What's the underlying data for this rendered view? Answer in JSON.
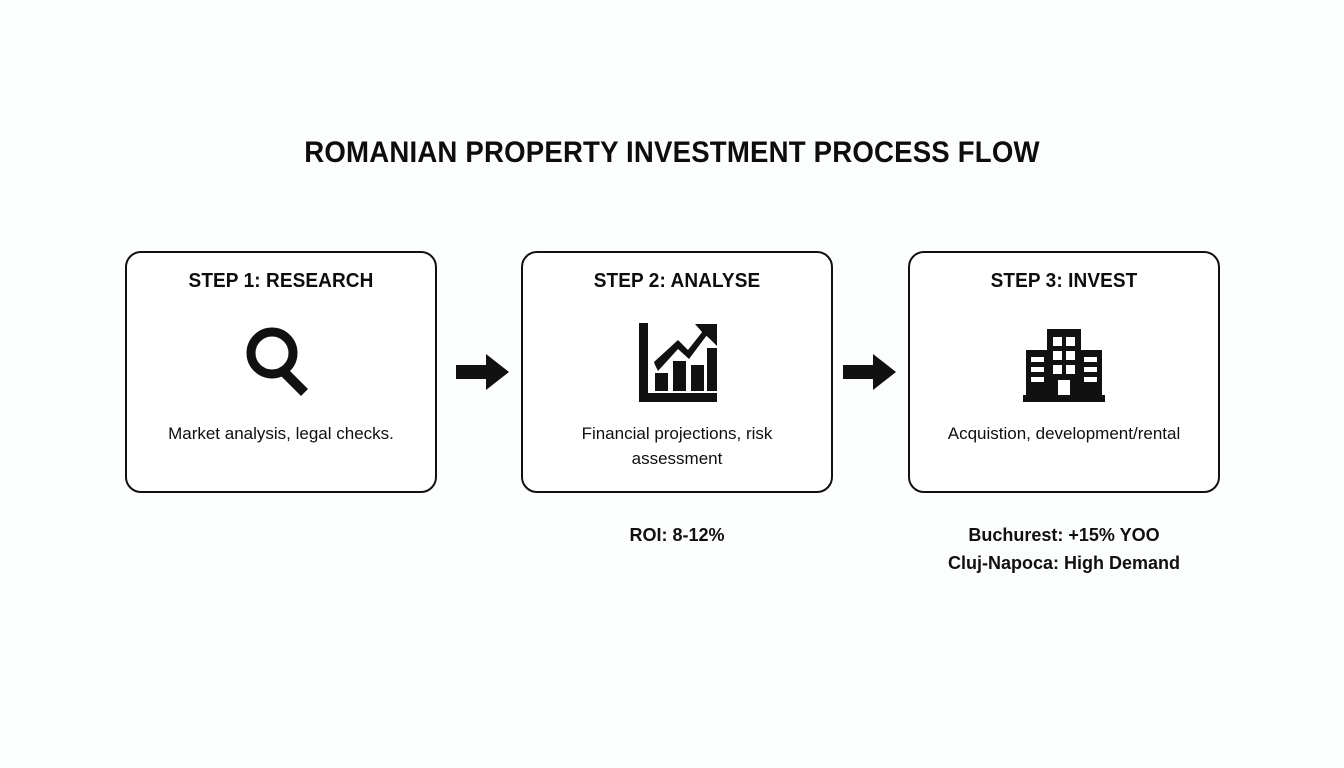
{
  "title": "ROMANIAN PROPERTY INVESTMENT PROCESS FLOW",
  "background_color": "#fcfdfd",
  "stroke_color": "#111111",
  "steps": [
    {
      "heading": "STEP 1: RESEARCH",
      "icon": "magnifier-icon",
      "description": "Market analysis, legal checks."
    },
    {
      "heading": "STEP 2: ANALYSE",
      "icon": "bar-chart-growth-icon",
      "description": "Financial projections, risk assessment"
    },
    {
      "heading": "STEP 3: INVEST",
      "icon": "office-building-icon",
      "description": "Acquistion, development/rental"
    }
  ],
  "connectors": [
    {
      "icon": "right-arrow-icon"
    },
    {
      "icon": "right-arrow-icon"
    }
  ],
  "annotations": {
    "step2": {
      "lines": [
        "ROI: 8-12%"
      ]
    },
    "step3": {
      "lines": [
        "Buchurest: +15% YOO",
        "Cluj-Napoca: High Demand"
      ]
    }
  }
}
